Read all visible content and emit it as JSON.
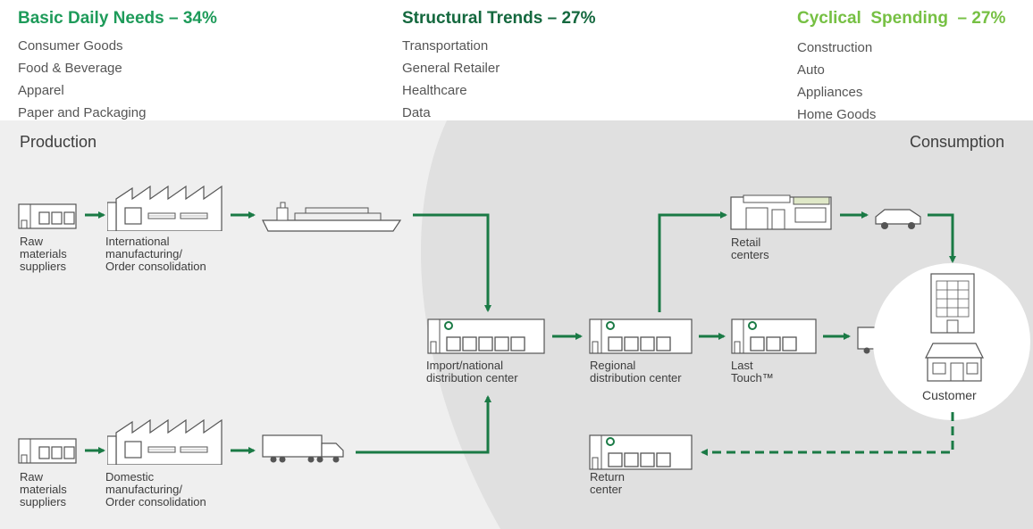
{
  "categories": [
    {
      "title": "Basic Daily Needs – 34%",
      "color": "#1e9b5a",
      "items": [
        "Consumer Goods",
        "Food & Beverage",
        "Apparel",
        "Paper and Packaging"
      ]
    },
    {
      "title": "Structural Trends – 27%",
      "color": "#14683e",
      "items": [
        "Transportation",
        "General Retailer",
        "Healthcare",
        "Data"
      ]
    },
    {
      "title": "Cyclical  Spending  – 27%",
      "color": "#76c043",
      "items": [
        "Construction",
        "Auto",
        "Appliances",
        "Home Goods"
      ]
    }
  ],
  "sections": {
    "production": "Production",
    "consumption": "Consumption"
  },
  "nodes": {
    "raw_suppliers_top": "Raw\nmaterials\nsuppliers",
    "intl_manufacturing": "International\nmanufacturing/\nOrder consolidation",
    "raw_suppliers_bottom": "Raw\nmaterials\nsuppliers",
    "domestic_manufacturing": "Domestic\nmanufacturing/\nOrder consolidation",
    "import_dc": "Import/national\ndistribution center",
    "regional_dc": "Regional\ndistribution center",
    "last_touch": "Last\nTouch™",
    "retail_centers": "Retail\ncenters",
    "return_center": "Return\ncenter",
    "customer": "Customer"
  },
  "colors": {
    "arrow": "#1a7a45",
    "bg_light": "#efefef",
    "bg_dark": "#e1e1e1"
  }
}
